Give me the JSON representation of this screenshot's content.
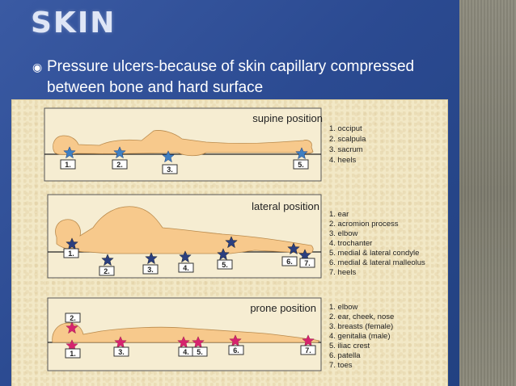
{
  "slide": {
    "title": "SKIN",
    "bullet": "Pressure ulcers-because of skin capillary compressed between bone and hard surface",
    "bullet_icon": "bullet-circle-icon"
  },
  "colors": {
    "blue_star": "#3f7fc1",
    "dark_star": "#2b3f7f",
    "pink_star": "#d6246e",
    "body": "#f7c98c"
  },
  "panels": [
    {
      "id": "supine",
      "title": "supine position",
      "legend": [
        "1. occiput",
        "2. scalpula",
        "3. sacrum",
        "4. heels"
      ],
      "numbers": [
        "1.",
        "2.",
        "3.",
        "5."
      ]
    },
    {
      "id": "lateral",
      "title": "lateral position",
      "legend": [
        "1. ear",
        "2. acromion process",
        "3. elbow",
        "4. trochanter",
        "5. medial & lateral condyle",
        "6. medial & lateral malleolus",
        "7. heels"
      ],
      "numbers": [
        "1.",
        "2.",
        "3.",
        "4.",
        "5.",
        "6.",
        "7."
      ]
    },
    {
      "id": "prone",
      "title": "prone position",
      "legend": [
        "1. elbow",
        "2. ear, cheek, nose",
        "3. breasts (female)",
        "4. genitalia (male)",
        "5. iliac crest",
        "6. patella",
        "7. toes"
      ],
      "numbers": [
        "2.",
        "1.",
        "3.",
        "4.",
        "5.",
        "6.",
        "7."
      ]
    }
  ]
}
